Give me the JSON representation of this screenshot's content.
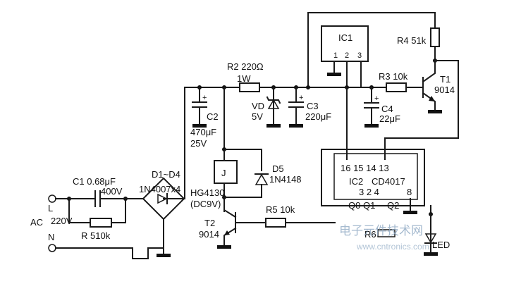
{
  "labels": {
    "ic1": "IC1",
    "ic1_pin1": "1",
    "ic1_pin2": "2",
    "ic1_pin3": "3",
    "r4": "R4  51k",
    "r3": "R3  10k",
    "t1": "T1",
    "t1_model": "9014",
    "r2": "R2  220Ω",
    "r2_power": "1W",
    "vd": "VD",
    "vd_value": "5V",
    "c3": "C3",
    "c3_value": "220μF",
    "c4": "C4",
    "c4_value": "22μF",
    "c2": "C2",
    "c2_value": "470μF",
    "c2_voltage": "25V",
    "c1": "C1   0.68μF",
    "c1_voltage": "400V",
    "d1d4": "D1~D4",
    "d1d4_model": "1N4007x4",
    "relay": "J",
    "d5": "D5",
    "d5_model": "1N4148",
    "relay_model": "HG4130",
    "relay_voltage": "(DC9V)",
    "t2": "T2",
    "t2_model": "9014",
    "r5": "R5   10k",
    "ac": "AC",
    "l": "L",
    "ac_voltage": "220V",
    "n": "N",
    "r": "R   510k",
    "ic2_pins_top": "16 15  14 13",
    "ic2": "IC2",
    "ic2_model": "CD4017",
    "ic2_pins_mid": "3  2  4",
    "ic2_pin8": "8",
    "ic2_outputs": "Q0 Q1",
    "ic2_q2": "Q2",
    "r6": "R6",
    "led": "LED",
    "watermark_cn": "电子元件技术网",
    "watermark_url": "www.cntronics.com"
  }
}
